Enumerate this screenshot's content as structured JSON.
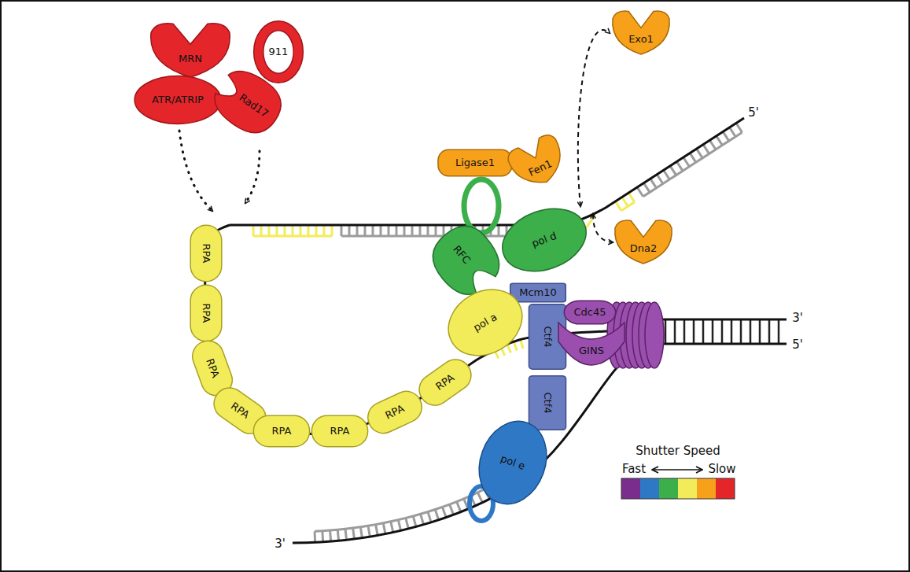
{
  "diagram": {
    "nodes": [
      {
        "text": [
          "MRN"
        ]
      },
      {
        "text": [
          "911"
        ]
      },
      {
        "text": [
          "ATR/ATRIP"
        ]
      },
      {
        "text": [
          "Rad17"
        ]
      },
      {
        "text": [
          "Exo1"
        ]
      },
      {
        "text": [
          "Ligase1"
        ]
      },
      {
        "text": [
          "Fen1"
        ]
      },
      {
        "text": [
          "RFC"
        ]
      },
      {
        "text": [
          "pol d"
        ]
      },
      {
        "text": [
          "Dna2"
        ]
      },
      {
        "text": [
          "Mcm10"
        ]
      },
      {
        "text": [
          "pol a"
        ]
      },
      {
        "text": [
          "Ctf4"
        ]
      },
      {
        "text": [
          "Cdc45"
        ]
      },
      {
        "text": [
          "GINS"
        ]
      },
      {
        "text": [
          "Ctf4"
        ]
      },
      {
        "text": [
          "pol e"
        ]
      },
      {
        "text": [
          "RPA"
        ]
      },
      {
        "text": [
          "RPA"
        ]
      },
      {
        "text": [
          "RPA"
        ]
      },
      {
        "text": [
          "RPA"
        ]
      },
      {
        "text": [
          "RPA"
        ]
      },
      {
        "text": [
          "RPA"
        ]
      },
      {
        "text": [
          "RPA"
        ]
      },
      {
        "text": [
          "RPA"
        ]
      }
    ],
    "labels": [
      "5'",
      "3'",
      "5'",
      "3'",
      "Shutter Speed",
      "Fast",
      "Slow"
    ]
  }
}
